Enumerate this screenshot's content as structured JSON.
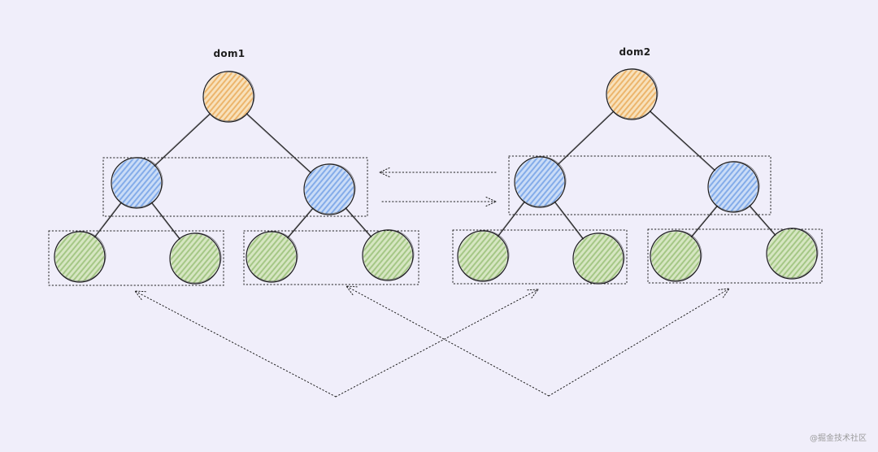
{
  "diagram": {
    "trees": [
      {
        "label": "dom1"
      },
      {
        "label": "dom2"
      }
    ],
    "watermark": "@掘金技术社区"
  },
  "colors": {
    "background": "#f0eefa",
    "stroke": "#1e1e1e",
    "root_fill": "#f8e1bb",
    "root_hatch": "#ecb56c",
    "mid_fill": "#cadcf7",
    "mid_hatch": "#84ace9",
    "leaf_fill": "#d6e6c2",
    "leaf_hatch": "#a5c786"
  }
}
